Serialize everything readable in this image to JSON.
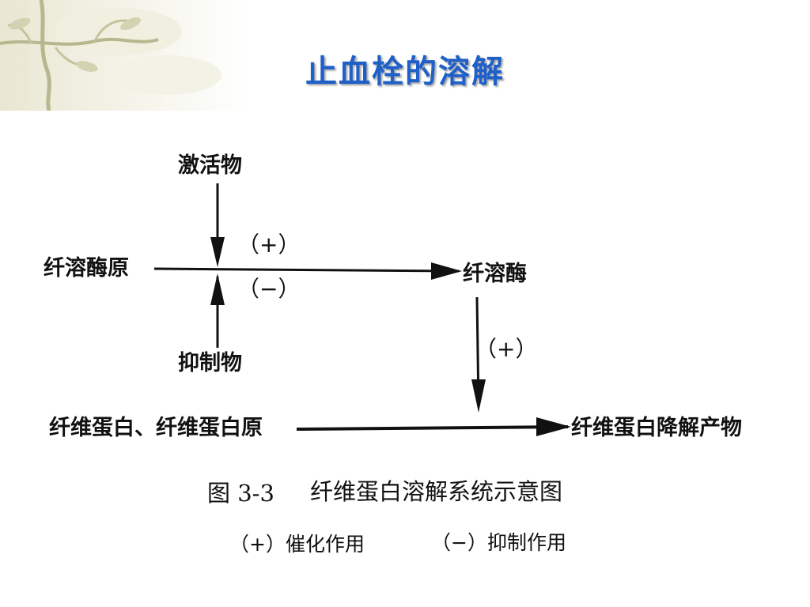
{
  "slide": {
    "title": "止血栓的溶解"
  },
  "diagram": {
    "nodes": {
      "activator": "激活物",
      "plasminogen": "纤溶酶原",
      "plasmin": "纤溶酶",
      "inhibitor": "抑制物",
      "substrate": "纤维蛋白、纤维蛋白原",
      "product": "纤维蛋白降解产物"
    },
    "signs": {
      "activation": "（+）",
      "inhibition": "（−）",
      "catalysis": "（+）"
    },
    "caption": {
      "figure": "图 3-3",
      "title": "纤维蛋白溶解系统示意图"
    },
    "legend": {
      "plus_label": "（+）催化作用",
      "minus_label": "（−）抑制作用"
    }
  },
  "colors": {
    "title": "#1f5fc8",
    "ink": "#111111",
    "decor": "#c9c9a8"
  }
}
